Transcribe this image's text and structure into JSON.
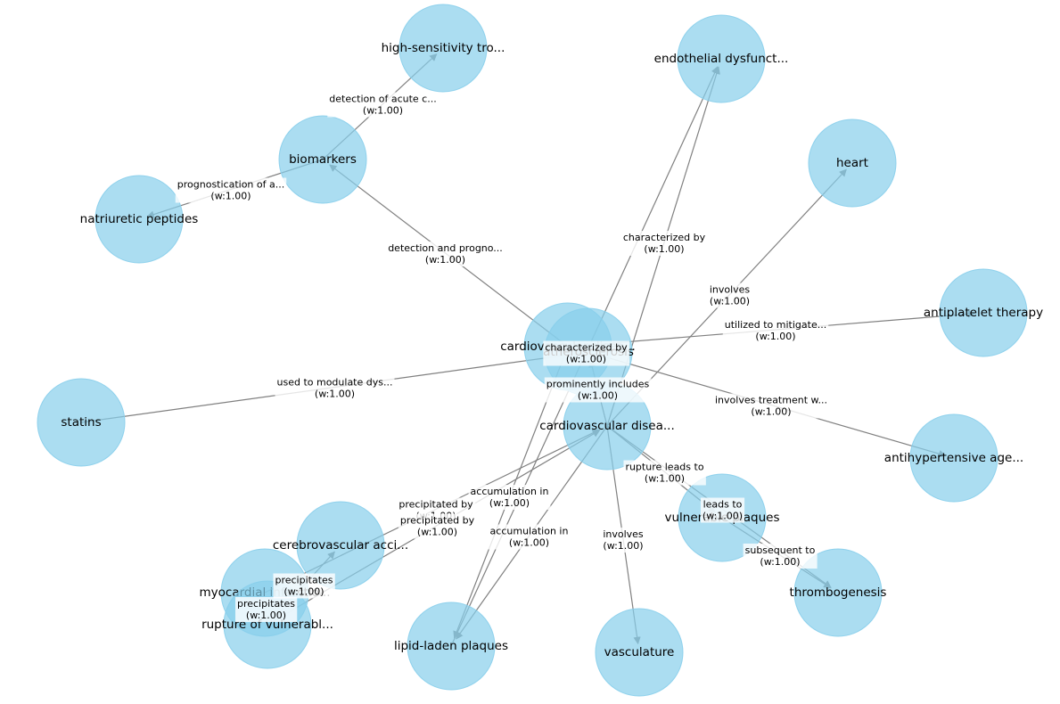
{
  "graph": {
    "nodes": [
      {
        "id": "cvd1",
        "label": "cardiovascular disea..."
      },
      {
        "id": "ath",
        "label": "atherosclerosis"
      },
      {
        "id": "cvd2",
        "label": "cardiovascular disea..."
      },
      {
        "id": "hst",
        "label": "high-sensitivity tro..."
      },
      {
        "id": "endo",
        "label": "endothelial dysfunct..."
      },
      {
        "id": "bio",
        "label": "biomarkers"
      },
      {
        "id": "heart",
        "label": "heart"
      },
      {
        "id": "nat",
        "label": "natriuretic peptides"
      },
      {
        "id": "anti",
        "label": "antiplatelet therapy"
      },
      {
        "id": "statins",
        "label": "statins"
      },
      {
        "id": "antihyp",
        "label": "antihypertensive age..."
      },
      {
        "id": "vuln",
        "label": "vulnerable plaques"
      },
      {
        "id": "cva",
        "label": "cerebrovascular acci..."
      },
      {
        "id": "thromb",
        "label": "thrombogenesis"
      },
      {
        "id": "mi",
        "label": "myocardial infarctio..."
      },
      {
        "id": "rupt",
        "label": "rupture of vulnerabl..."
      },
      {
        "id": "lipid",
        "label": "lipid-laden plaques"
      },
      {
        "id": "vasc",
        "label": "vasculature"
      }
    ],
    "edges": [
      {
        "from": "bio",
        "to": "hst",
        "label": "detection of acute c...",
        "weight": "(w:1.00)"
      },
      {
        "from": "bio",
        "to": "nat",
        "label": "prognostication of a...",
        "weight": "(w:1.00)"
      },
      {
        "from": "cvd1",
        "to": "bio",
        "label": "detection and progno...",
        "weight": "(w:1.00)"
      },
      {
        "from": "lipid",
        "to": "endo",
        "label": "characterized by",
        "weight": "(w:1.00)"
      },
      {
        "from": "cvd2",
        "to": "endo",
        "label": "characterized by",
        "weight": "(w:1.00)"
      },
      {
        "from": "cvd2",
        "to": "heart",
        "label": "involves",
        "weight": "(w:1.00)"
      },
      {
        "from": "cvd1",
        "to": "anti",
        "label": "utilized to mitigate...",
        "weight": "(w:1.00)"
      },
      {
        "from": "statins",
        "to": "ath",
        "label": "used to modulate dys...",
        "weight": "(w:1.00)"
      },
      {
        "from": "ath",
        "to": "antihyp",
        "label": "involves treatment w...",
        "weight": "(w:1.00)"
      },
      {
        "from": "cvd2",
        "to": "ath",
        "label": "prominently includes",
        "weight": "(w:1.00)"
      },
      {
        "from": "cvd2",
        "to": "vuln",
        "label": "rupture leads to",
        "weight": "(w:1.00)"
      },
      {
        "from": "vuln",
        "to": "thromb",
        "label": "subsequent to",
        "weight": "(w:1.00)"
      },
      {
        "from": "cvd2",
        "to": "thromb",
        "label": "leads to",
        "weight": "(w:1.00)"
      },
      {
        "from": "cvd2",
        "to": "vasc",
        "label": "involves",
        "weight": "(w:1.00)"
      },
      {
        "from": "cvd1",
        "to": "lipid",
        "label": "accumulation in",
        "weight": "(w:1.00)"
      },
      {
        "from": "cvd2",
        "to": "lipid",
        "label": "accumulation in",
        "weight": "(w:1.00)"
      },
      {
        "from": "mi",
        "to": "cvd2",
        "label": "precipitated by",
        "weight": "(w:1.00)"
      },
      {
        "from": "rupt",
        "to": "cvd2",
        "label": "precipitated by",
        "weight": "(w:1.00)"
      },
      {
        "from": "rupt",
        "to": "cva",
        "label": "precipitates",
        "weight": "(w:1.00)"
      },
      {
        "from": "rupt",
        "to": "mi",
        "label": "precipitates",
        "weight": "(w:1.00)"
      }
    ]
  }
}
